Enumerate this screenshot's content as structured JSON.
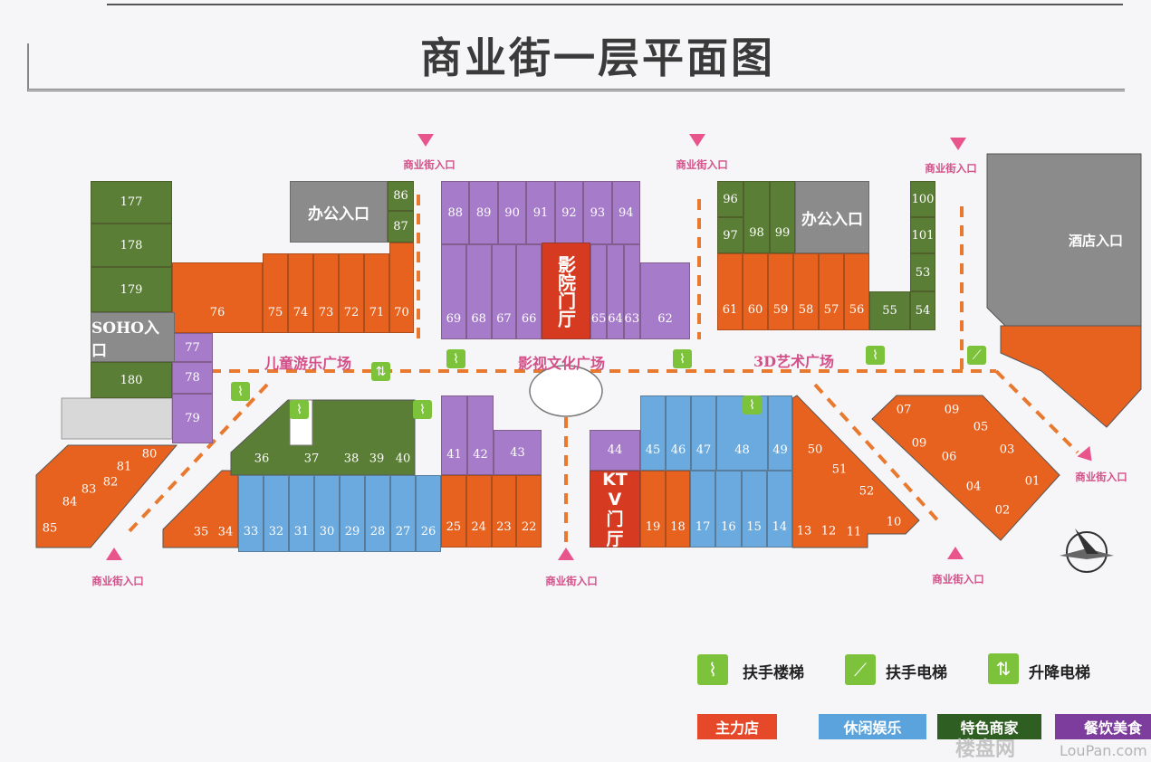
{
  "title": "商业街一层平面图",
  "colors": {
    "anchor": "#e8621f",
    "leisure": "#6aaadf",
    "specialty": "#5b7e36",
    "dining": "#a67bc9",
    "zone_gray": "#8b8b8b",
    "hall_red": "#d63a20",
    "entrance_pink": "#e8548c",
    "path_orange": "#e8792e",
    "icon_green": "#7cc23a"
  },
  "zones": {
    "office_1": "办公入口",
    "soho": "SOHO入口",
    "office_2": "办公入口",
    "cinema": "影院门厅",
    "ktv": "KTV门厅",
    "hotel": "酒店入口"
  },
  "plazas": [
    "儿童游乐广场",
    "影视文化广场",
    "3D艺术广场"
  ],
  "entrances": [
    "商业街入口",
    "商业街入口",
    "商业街入口",
    "商业街入口",
    "商业街入口",
    "商业街入口",
    "商业街入口"
  ],
  "units": [
    {
      "no": "177",
      "category": "specialty"
    },
    {
      "no": "178",
      "category": "specialty"
    },
    {
      "no": "179",
      "category": "specialty"
    },
    {
      "no": "180",
      "category": "specialty"
    },
    {
      "no": "86",
      "category": "specialty"
    },
    {
      "no": "87",
      "category": "specialty"
    },
    {
      "no": "96",
      "category": "specialty"
    },
    {
      "no": "97",
      "category": "specialty"
    },
    {
      "no": "98",
      "category": "specialty"
    },
    {
      "no": "99",
      "category": "specialty"
    },
    {
      "no": "100",
      "category": "specialty"
    },
    {
      "no": "101",
      "category": "specialty"
    },
    {
      "no": "53",
      "category": "specialty"
    },
    {
      "no": "54",
      "category": "specialty"
    },
    {
      "no": "55",
      "category": "specialty"
    },
    {
      "no": "36",
      "category": "specialty"
    },
    {
      "no": "37",
      "category": "specialty"
    },
    {
      "no": "38",
      "category": "specialty"
    },
    {
      "no": "39",
      "category": "specialty"
    },
    {
      "no": "40",
      "category": "specialty"
    },
    {
      "no": "76",
      "category": "anchor"
    },
    {
      "no": "75",
      "category": "anchor"
    },
    {
      "no": "74",
      "category": "anchor"
    },
    {
      "no": "73",
      "category": "anchor"
    },
    {
      "no": "72",
      "category": "anchor"
    },
    {
      "no": "71",
      "category": "anchor"
    },
    {
      "no": "70",
      "category": "anchor"
    },
    {
      "no": "61",
      "category": "anchor"
    },
    {
      "no": "60",
      "category": "anchor"
    },
    {
      "no": "59",
      "category": "anchor"
    },
    {
      "no": "58",
      "category": "anchor"
    },
    {
      "no": "57",
      "category": "anchor"
    },
    {
      "no": "56",
      "category": "anchor"
    },
    {
      "no": "35",
      "category": "anchor"
    },
    {
      "no": "34",
      "category": "anchor"
    },
    {
      "no": "25",
      "category": "anchor"
    },
    {
      "no": "24",
      "category": "anchor"
    },
    {
      "no": "23",
      "category": "anchor"
    },
    {
      "no": "22",
      "category": "anchor"
    },
    {
      "no": "19",
      "category": "anchor"
    },
    {
      "no": "18",
      "category": "anchor"
    },
    {
      "no": "50",
      "category": "anchor"
    },
    {
      "no": "51",
      "category": "anchor"
    },
    {
      "no": "52",
      "category": "anchor"
    },
    {
      "no": "13",
      "category": "anchor"
    },
    {
      "no": "12",
      "category": "anchor"
    },
    {
      "no": "11",
      "category": "anchor"
    },
    {
      "no": "10",
      "category": "anchor"
    },
    {
      "no": "80",
      "category": "anchor"
    },
    {
      "no": "81",
      "category": "anchor"
    },
    {
      "no": "82",
      "category": "anchor"
    },
    {
      "no": "83",
      "category": "anchor"
    },
    {
      "no": "84",
      "category": "anchor"
    },
    {
      "no": "85",
      "category": "anchor"
    },
    {
      "no": "07",
      "category": "anchor"
    },
    {
      "no": "09",
      "category": "anchor"
    },
    {
      "no": "05",
      "category": "anchor"
    },
    {
      "no": "09",
      "category": "anchor"
    },
    {
      "no": "06",
      "category": "anchor"
    },
    {
      "no": "03",
      "category": "anchor"
    },
    {
      "no": "01",
      "category": "anchor"
    },
    {
      "no": "04",
      "category": "anchor"
    },
    {
      "no": "02",
      "category": "anchor"
    },
    {
      "no": "33",
      "category": "leisure"
    },
    {
      "no": "32",
      "category": "leisure"
    },
    {
      "no": "31",
      "category": "leisure"
    },
    {
      "no": "30",
      "category": "leisure"
    },
    {
      "no": "29",
      "category": "leisure"
    },
    {
      "no": "28",
      "category": "leisure"
    },
    {
      "no": "27",
      "category": "leisure"
    },
    {
      "no": "26",
      "category": "leisure"
    },
    {
      "no": "45",
      "category": "leisure"
    },
    {
      "no": "46",
      "category": "leisure"
    },
    {
      "no": "47",
      "category": "leisure"
    },
    {
      "no": "48",
      "category": "leisure"
    },
    {
      "no": "49",
      "category": "leisure"
    },
    {
      "no": "17",
      "category": "leisure"
    },
    {
      "no": "16",
      "category": "leisure"
    },
    {
      "no": "15",
      "category": "leisure"
    },
    {
      "no": "14",
      "category": "leisure"
    },
    {
      "no": "77",
      "category": "dining"
    },
    {
      "no": "78",
      "category": "dining"
    },
    {
      "no": "79",
      "category": "dining"
    },
    {
      "no": "88",
      "category": "dining"
    },
    {
      "no": "89",
      "category": "dining"
    },
    {
      "no": "90",
      "category": "dining"
    },
    {
      "no": "91",
      "category": "dining"
    },
    {
      "no": "92",
      "category": "dining"
    },
    {
      "no": "93",
      "category": "dining"
    },
    {
      "no": "94",
      "category": "dining"
    },
    {
      "no": "69",
      "category": "dining"
    },
    {
      "no": "68",
      "category": "dining"
    },
    {
      "no": "67",
      "category": "dining"
    },
    {
      "no": "66",
      "category": "dining"
    },
    {
      "no": "65",
      "category": "dining"
    },
    {
      "no": "64",
      "category": "dining"
    },
    {
      "no": "63",
      "category": "dining"
    },
    {
      "no": "62",
      "category": "dining"
    },
    {
      "no": "41",
      "category": "dining"
    },
    {
      "no": "42",
      "category": "dining"
    },
    {
      "no": "43",
      "category": "dining"
    },
    {
      "no": "44",
      "category": "dining"
    }
  ],
  "facility_legend": [
    {
      "label": "扶手楼梯",
      "icon": "stair-handrail-icon"
    },
    {
      "label": "扶手电梯",
      "icon": "escalator-icon"
    },
    {
      "label": "升降电梯",
      "icon": "elevator-icon"
    }
  ],
  "category_legend": [
    {
      "label": "主力店",
      "color": "#e5492a"
    },
    {
      "label": "休闲娱乐",
      "color": "#5aa3dc"
    },
    {
      "label": "特色商家",
      "color": "#2f5e22"
    },
    {
      "label": "餐饮美食",
      "color": "#7d3d9c"
    }
  ],
  "watermark": {
    "logo": "楼盘网",
    "url_text": "LouPan.com"
  }
}
